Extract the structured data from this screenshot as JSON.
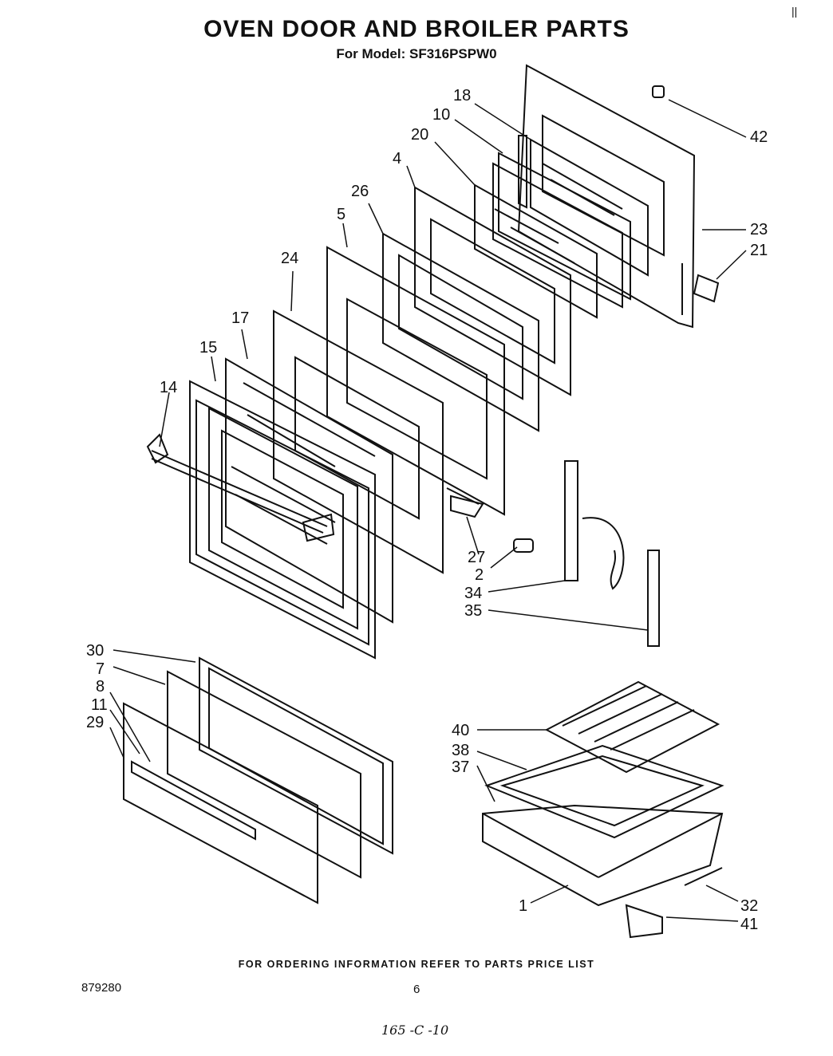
{
  "header": {
    "title": "OVEN DOOR AND BROILER PARTS",
    "model_line": "For Model: SF316PSPW0"
  },
  "footer": {
    "ordering_info": "FOR ORDERING INFORMATION REFER TO PARTS PRICE LIST",
    "doc_number": "879280",
    "page_number": "6",
    "handwritten_note": "165 -C -10"
  },
  "corner_mark": "||",
  "callouts": [
    "18",
    "10",
    "20",
    "4",
    "26",
    "5",
    "24",
    "17",
    "15",
    "14",
    "42",
    "23",
    "21",
    "27",
    "2",
    "34",
    "35",
    "30",
    "7",
    "8",
    "11",
    "29",
    "40",
    "38",
    "37",
    "1",
    "32",
    "41"
  ]
}
